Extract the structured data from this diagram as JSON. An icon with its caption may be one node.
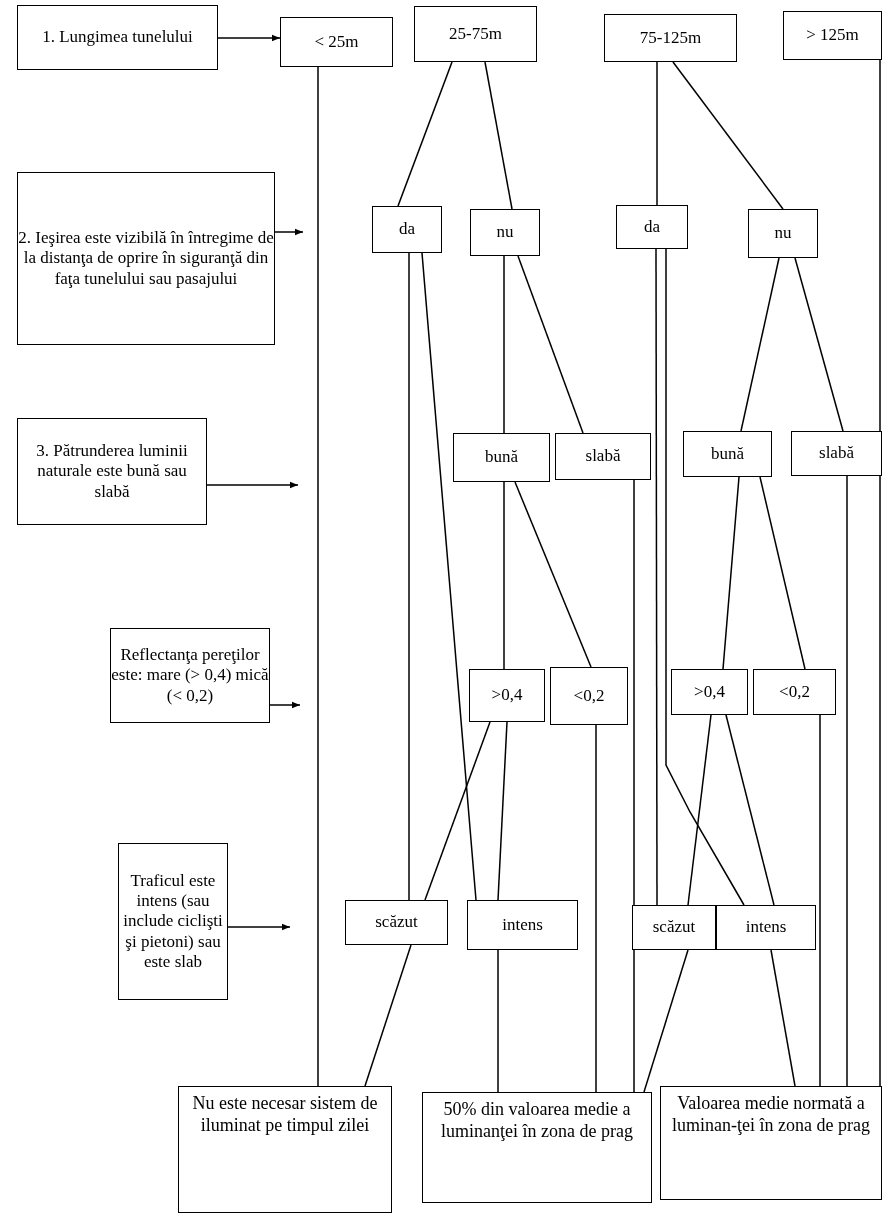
{
  "diagram": {
    "nodes": [
      {
        "text": [
          "1. Lungimea tunelului"
        ]
      },
      {
        "text": [
          "< 25m"
        ]
      },
      {
        "text": [
          "25-75m"
        ]
      },
      {
        "text": [
          "75-125m"
        ]
      },
      {
        "text": [
          "> 125m"
        ]
      },
      {
        "text": [
          "2. Ieşirea este vizibilă în întregime de la distanţa de oprire în siguranţă din faţa tunelului sau pasajului"
        ]
      },
      {
        "text": [
          "da"
        ]
      },
      {
        "text": [
          "nu"
        ]
      },
      {
        "text": [
          "da"
        ]
      },
      {
        "text": [
          "nu"
        ]
      },
      {
        "text": [
          "3. Pătrunderea luminii naturale este bună sau slabă"
        ]
      },
      {
        "text": [
          "bună"
        ]
      },
      {
        "text": [
          "slabă"
        ]
      },
      {
        "text": [
          "bună"
        ]
      },
      {
        "text": [
          "slabă"
        ]
      },
      {
        "text": [
          "Reflectanţa pereţilor este: mare (> 0,4) mică (< 0,2)"
        ]
      },
      {
        "text": [
          ">0,4"
        ]
      },
      {
        "text": [
          "<0,2"
        ]
      },
      {
        "text": [
          ">0,4"
        ]
      },
      {
        "text": [
          "<0,2"
        ]
      },
      {
        "text": [
          "Traficul este intens (sau include ciclişti şi pietoni) sau este slab"
        ]
      },
      {
        "text": [
          "scăzut"
        ]
      },
      {
        "text": [
          "intens"
        ]
      },
      {
        "text": [
          "scăzut"
        ]
      },
      {
        "text": [
          "intens"
        ]
      },
      {
        "text": [
          "Nu este necesar sistem de iluminat pe timpul zilei"
        ]
      },
      {
        "text": [
          "50% din valoarea medie a luminanţei în zona de prag"
        ]
      },
      {
        "text": [
          "Valoarea medie normată a luminan-ţei în zona de prag"
        ]
      }
    ],
    "edges": [
      {
        "from": 0,
        "to": 1,
        "arrow": "to"
      },
      {
        "from": 5,
        "to": null,
        "arrow": "to"
      },
      {
        "from": 10,
        "to": null,
        "arrow": "to"
      },
      {
        "from": 15,
        "to": null,
        "arrow": "to"
      },
      {
        "from": 20,
        "to": null,
        "arrow": "to"
      },
      {
        "from": 1,
        "to": 25,
        "arrow": "none"
      },
      {
        "from": 2,
        "to": 6,
        "arrow": "none"
      },
      {
        "from": 2,
        "to": 7,
        "arrow": "none"
      },
      {
        "from": 3,
        "to": 8,
        "arrow": "none"
      },
      {
        "from": 3,
        "to": 9,
        "arrow": "none"
      },
      {
        "from": 4,
        "to": 27,
        "arrow": "none"
      },
      {
        "from": 6,
        "to": 21,
        "arrow": "none"
      },
      {
        "from": 6,
        "to": 22,
        "arrow": "none"
      },
      {
        "from": 7,
        "to": 11,
        "arrow": "none"
      },
      {
        "from": 7,
        "to": 12,
        "arrow": "none"
      },
      {
        "from": 8,
        "to": 23,
        "arrow": "none"
      },
      {
        "from": 8,
        "to": 24,
        "arrow": "none"
      },
      {
        "from": 9,
        "to": 13,
        "arrow": "none"
      },
      {
        "from": 9,
        "to": 14,
        "arrow": "none"
      },
      {
        "from": 11,
        "to": 16,
        "arrow": "none"
      },
      {
        "from": 11,
        "to": 17,
        "arrow": "none"
      },
      {
        "from": 12,
        "to": 26,
        "arrow": "none"
      },
      {
        "from": 13,
        "to": 18,
        "arrow": "none"
      },
      {
        "from": 13,
        "to": 19,
        "arrow": "none"
      },
      {
        "from": 14,
        "to": 27,
        "arrow": "none"
      },
      {
        "from": 16,
        "to": 21,
        "arrow": "none"
      },
      {
        "from": 16,
        "to": 22,
        "arrow": "none"
      },
      {
        "from": 17,
        "to": 26,
        "arrow": "none"
      },
      {
        "from": 18,
        "to": 23,
        "arrow": "none"
      },
      {
        "from": 18,
        "to": 24,
        "arrow": "none"
      },
      {
        "from": 19,
        "to": 27,
        "arrow": "none"
      },
      {
        "from": 21,
        "to": 25,
        "arrow": "none"
      },
      {
        "from": 22,
        "to": 26,
        "arrow": "none"
      },
      {
        "from": 23,
        "to": 26,
        "arrow": "none"
      },
      {
        "from": 24,
        "to": 27,
        "arrow": "none"
      }
    ]
  }
}
